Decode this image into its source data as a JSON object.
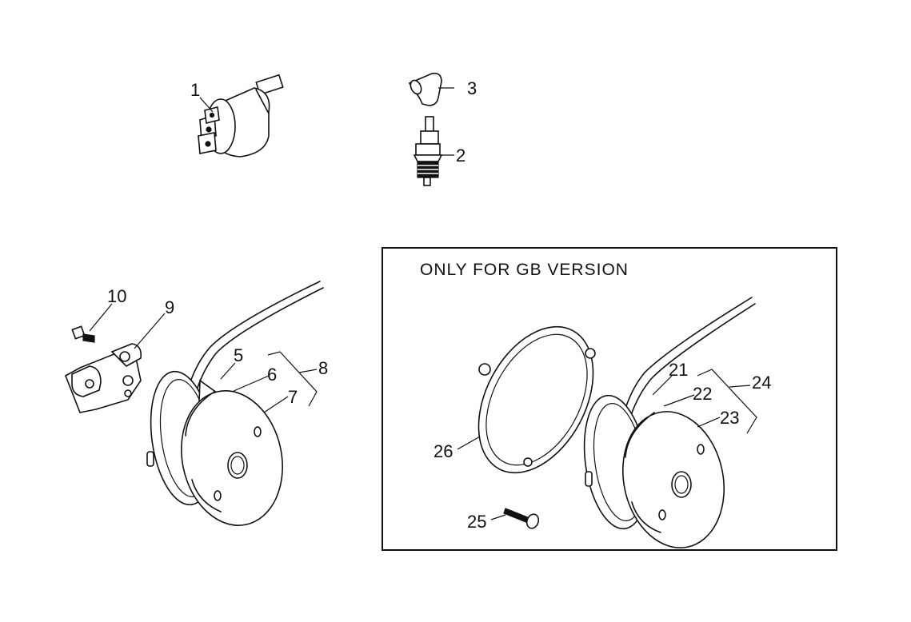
{
  "diagram": {
    "box_title": "ONLY FOR GB VERSION",
    "callouts": {
      "c1": "1",
      "c2": "2",
      "c3": "3",
      "c5": "5",
      "c6": "6",
      "c7": "7",
      "c8": "8",
      "c9": "9",
      "c10": "10",
      "c21": "21",
      "c22": "22",
      "c23": "23",
      "c24": "24",
      "c25": "25",
      "c26": "26"
    }
  }
}
